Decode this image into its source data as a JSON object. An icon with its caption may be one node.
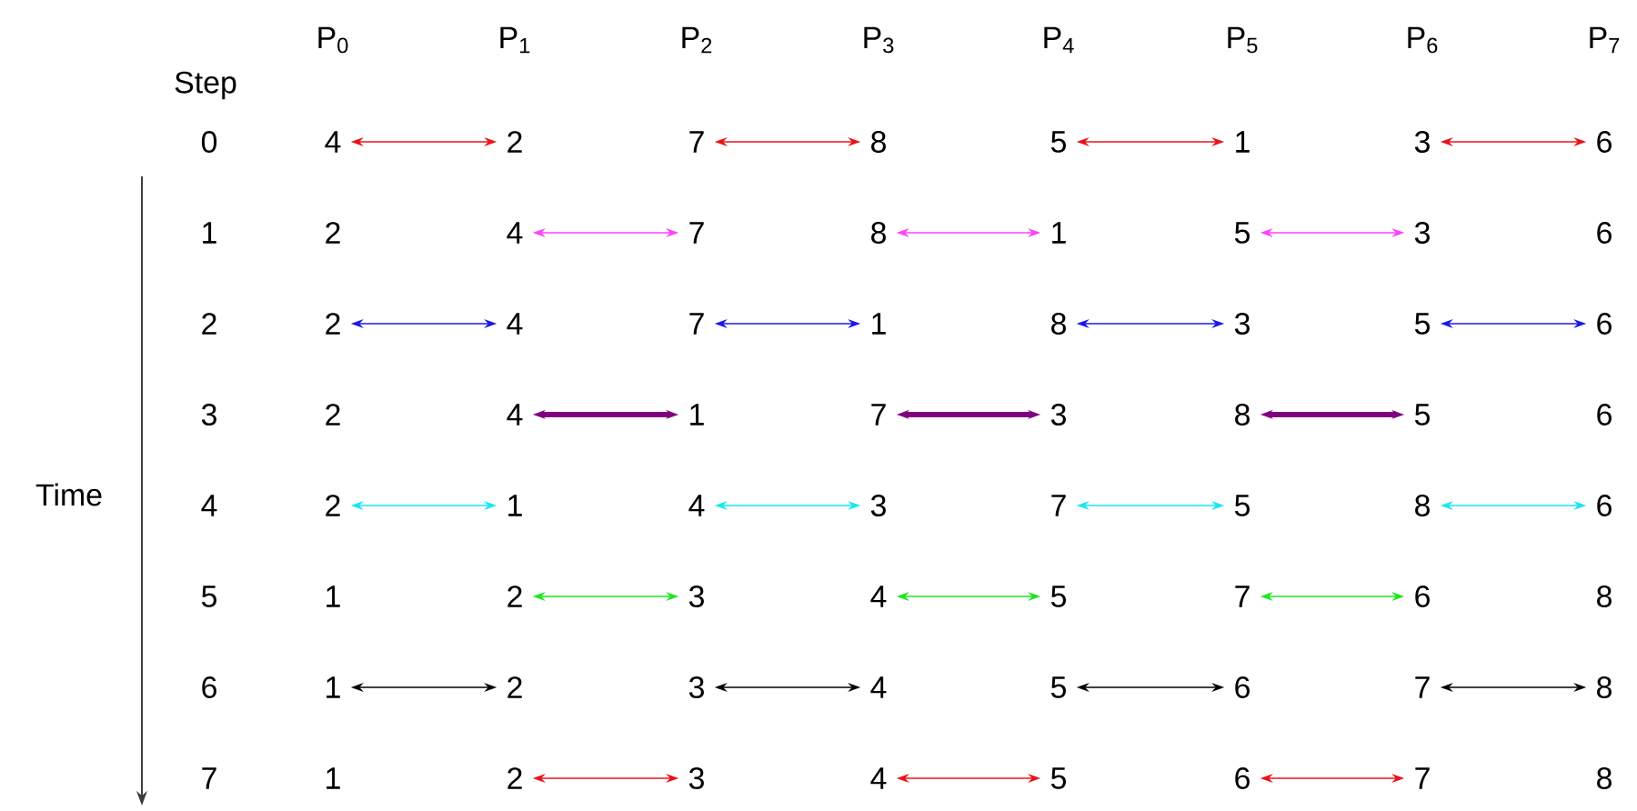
{
  "diagram": {
    "nodes": [
      {
        "text": [
          "4"
        ]
      },
      {
        "text": [
          "2"
        ]
      },
      {
        "text": [
          "7"
        ]
      },
      {
        "text": [
          "8"
        ]
      },
      {
        "text": [
          "5"
        ]
      },
      {
        "text": [
          "1"
        ]
      },
      {
        "text": [
          "3"
        ]
      },
      {
        "text": [
          "6"
        ]
      },
      {
        "text": [
          "2"
        ]
      },
      {
        "text": [
          "4"
        ]
      },
      {
        "text": [
          "7"
        ]
      },
      {
        "text": [
          "8"
        ]
      },
      {
        "text": [
          "1"
        ]
      },
      {
        "text": [
          "5"
        ]
      },
      {
        "text": [
          "3"
        ]
      },
      {
        "text": [
          "6"
        ]
      },
      {
        "text": [
          "2"
        ]
      },
      {
        "text": [
          "4"
        ]
      },
      {
        "text": [
          "7"
        ]
      },
      {
        "text": [
          "1"
        ]
      },
      {
        "text": [
          "8"
        ]
      },
      {
        "text": [
          "3"
        ]
      },
      {
        "text": [
          "5"
        ]
      },
      {
        "text": [
          "6"
        ]
      },
      {
        "text": [
          "2"
        ]
      },
      {
        "text": [
          "4"
        ]
      },
      {
        "text": [
          "1"
        ]
      },
      {
        "text": [
          "7"
        ]
      },
      {
        "text": [
          "3"
        ]
      },
      {
        "text": [
          "8"
        ]
      },
      {
        "text": [
          "5"
        ]
      },
      {
        "text": [
          "6"
        ]
      },
      {
        "text": [
          "2"
        ]
      },
      {
        "text": [
          "1"
        ]
      },
      {
        "text": [
          "4"
        ]
      },
      {
        "text": [
          "3"
        ]
      },
      {
        "text": [
          "7"
        ]
      },
      {
        "text": [
          "5"
        ]
      },
      {
        "text": [
          "8"
        ]
      },
      {
        "text": [
          "6"
        ]
      },
      {
        "text": [
          "1"
        ]
      },
      {
        "text": [
          "2"
        ]
      },
      {
        "text": [
          "3"
        ]
      },
      {
        "text": [
          "4"
        ]
      },
      {
        "text": [
          "5"
        ]
      },
      {
        "text": [
          "7"
        ]
      },
      {
        "text": [
          "6"
        ]
      },
      {
        "text": [
          "8"
        ]
      },
      {
        "text": [
          "1"
        ]
      },
      {
        "text": [
          "2"
        ]
      },
      {
        "text": [
          "3"
        ]
      },
      {
        "text": [
          "4"
        ]
      },
      {
        "text": [
          "5"
        ]
      },
      {
        "text": [
          "6"
        ]
      },
      {
        "text": [
          "7"
        ]
      },
      {
        "text": [
          "8"
        ]
      },
      {
        "text": [
          "1"
        ]
      },
      {
        "text": [
          "2"
        ]
      },
      {
        "text": [
          "3"
        ]
      },
      {
        "text": [
          "4"
        ]
      },
      {
        "text": [
          "5"
        ]
      },
      {
        "text": [
          "6"
        ]
      },
      {
        "text": [
          "7"
        ]
      },
      {
        "text": [
          "8"
        ]
      }
    ],
    "edges": [
      {
        "from": 0,
        "to": 1,
        "arrow": "both",
        "color": "#e8141a"
      },
      {
        "from": 2,
        "to": 3,
        "arrow": "both",
        "color": "#e8141a"
      },
      {
        "from": 4,
        "to": 5,
        "arrow": "both",
        "color": "#e8141a"
      },
      {
        "from": 6,
        "to": 7,
        "arrow": "both",
        "color": "#e8141a"
      },
      {
        "from": 9,
        "to": 10,
        "arrow": "both",
        "color": "#ff40ff"
      },
      {
        "from": 11,
        "to": 12,
        "arrow": "both",
        "color": "#ff40ff"
      },
      {
        "from": 13,
        "to": 14,
        "arrow": "both",
        "color": "#ff40ff"
      },
      {
        "from": 16,
        "to": 17,
        "arrow": "both",
        "color": "#1a1ae6"
      },
      {
        "from": 18,
        "to": 19,
        "arrow": "both",
        "color": "#1a1ae6"
      },
      {
        "from": 20,
        "to": 21,
        "arrow": "both",
        "color": "#1a1ae6"
      },
      {
        "from": 22,
        "to": 23,
        "arrow": "both",
        "color": "#1a1ae6"
      },
      {
        "from": 25,
        "to": 26,
        "arrow": "both",
        "style": "thick",
        "color": "#800080"
      },
      {
        "from": 27,
        "to": 28,
        "arrow": "both",
        "style": "thick",
        "color": "#800080"
      },
      {
        "from": 29,
        "to": 30,
        "arrow": "both",
        "style": "thick",
        "color": "#800080"
      },
      {
        "from": 32,
        "to": 33,
        "arrow": "both",
        "color": "#1ae6f0"
      },
      {
        "from": 34,
        "to": 35,
        "arrow": "both",
        "color": "#1ae6f0"
      },
      {
        "from": 36,
        "to": 37,
        "arrow": "both",
        "color": "#1ae6f0"
      },
      {
        "from": 38,
        "to": 39,
        "arrow": "both",
        "color": "#1ae6f0"
      },
      {
        "from": 41,
        "to": 42,
        "arrow": "both",
        "color": "#1ee61e"
      },
      {
        "from": 43,
        "to": 44,
        "arrow": "both",
        "color": "#1ee61e"
      },
      {
        "from": 45,
        "to": 46,
        "arrow": "both",
        "color": "#1ee61e"
      },
      {
        "from": 48,
        "to": 49,
        "arrow": "both",
        "color": "#000000"
      },
      {
        "from": 50,
        "to": 51,
        "arrow": "both",
        "color": "#000000"
      },
      {
        "from": 52,
        "to": 53,
        "arrow": "both",
        "color": "#000000"
      },
      {
        "from": 54,
        "to": 55,
        "arrow": "both",
        "color": "#000000"
      },
      {
        "from": 57,
        "to": 58,
        "arrow": "both",
        "color": "#e8141a"
      },
      {
        "from": 59,
        "to": 60,
        "arrow": "both",
        "color": "#e8141a"
      },
      {
        "from": 61,
        "to": 62,
        "arrow": "both",
        "color": "#e8141a"
      }
    ],
    "labels": [
      "P$_{0}$",
      "P$_{1}$",
      "P$_{2}$",
      "P$_{3}$",
      "P$_{4}$",
      "P$_{5}$",
      "P$_{6}$",
      "P$_{7}$",
      "Step",
      "0",
      "1",
      "2",
      "3",
      "4",
      "5",
      "6",
      "7",
      "Time"
    ]
  }
}
